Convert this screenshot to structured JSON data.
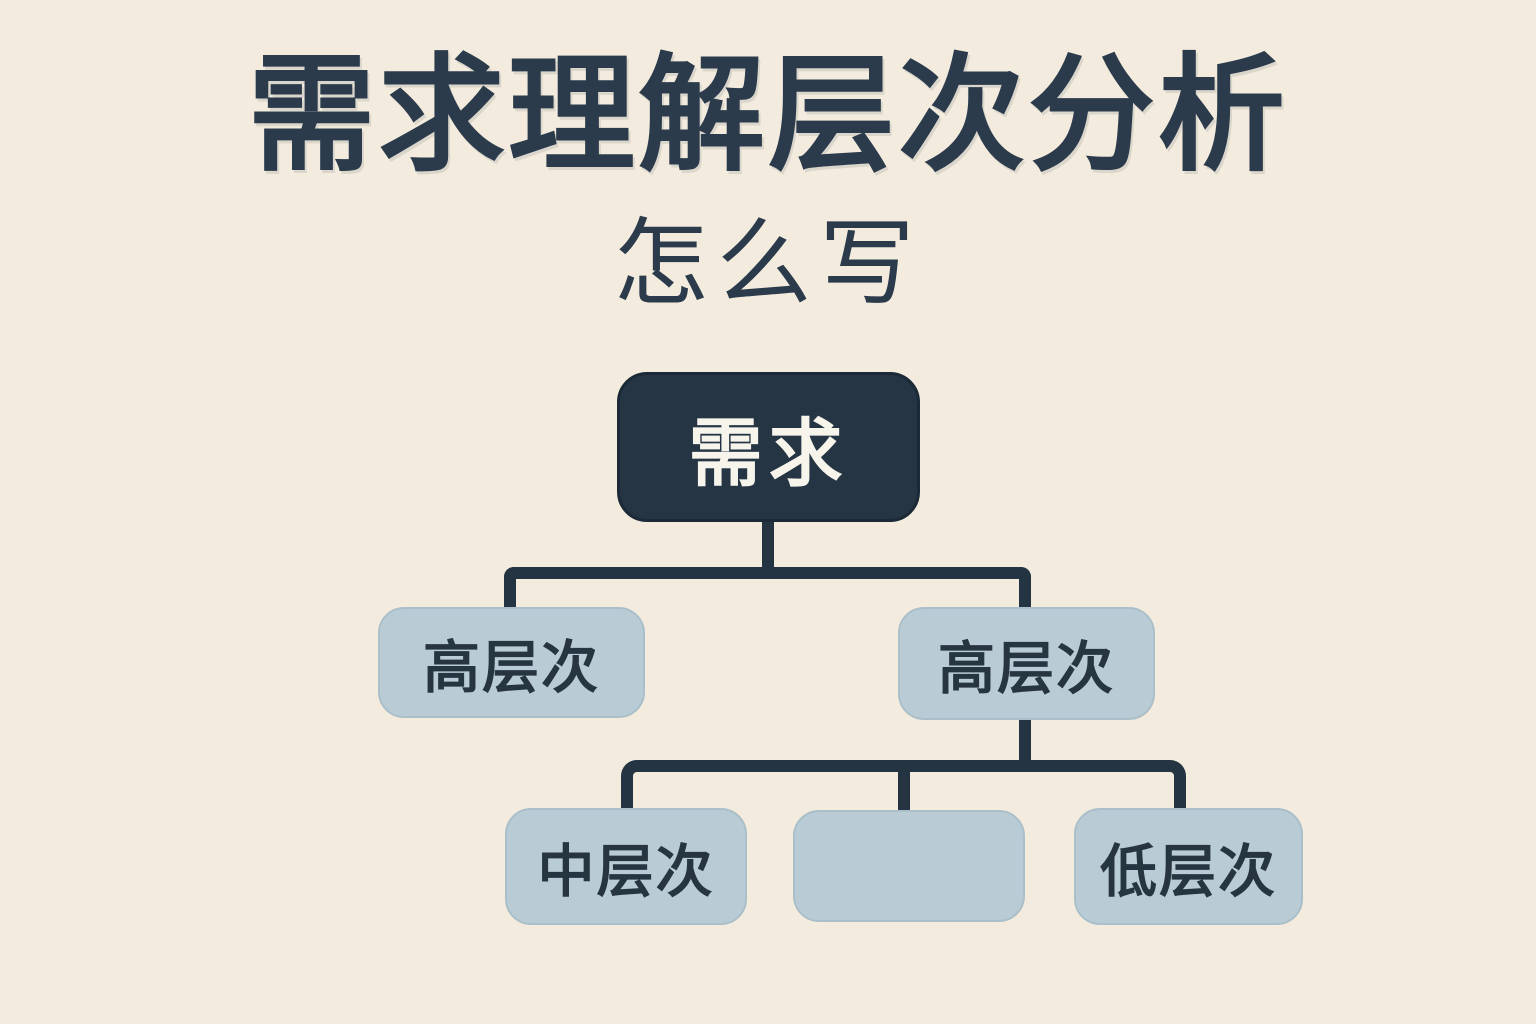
{
  "title": "需求理解层次分析",
  "subtitle": "怎么写",
  "colors": {
    "background": "#f3ecde",
    "node_dark": "#253543",
    "node_light": "#b9ccd5",
    "line": "#243442",
    "title_text": "#2b3b4c",
    "dark_node_text": "#f7f4ec",
    "light_node_text": "#273541"
  },
  "chart_data": {
    "type": "table",
    "title": "需求理解层次分析",
    "subtitle": "怎么写",
    "hierarchy": {
      "root": "需求",
      "children": [
        {
          "label": "高层次",
          "children": []
        },
        {
          "label": "高层次",
          "children": [
            "中层次",
            "",
            "低层次"
          ]
        }
      ]
    }
  },
  "diagram": {
    "root": {
      "label": "需求"
    },
    "level2": [
      {
        "label": "高层次"
      },
      {
        "label": "高层次"
      }
    ],
    "level3": [
      {
        "label": "中层次"
      },
      {
        "label": ""
      },
      {
        "label": "低层次"
      }
    ]
  }
}
